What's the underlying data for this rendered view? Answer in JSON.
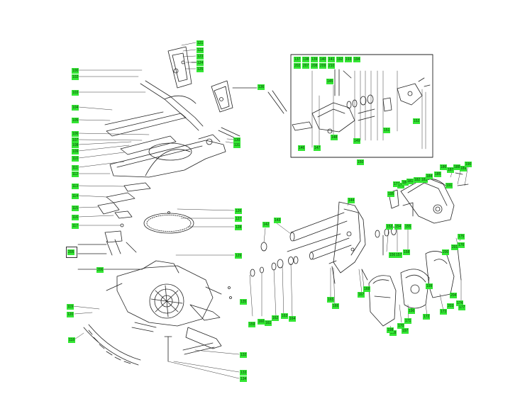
{
  "labels": {
    "p100": "100",
    "p102": "102",
    "p103": "103",
    "p104": "104",
    "p105": "105",
    "p106": "106",
    "p107": "107",
    "p108": "108",
    "p109": "109",
    "p110": "110",
    "p111": "111",
    "p112": "112",
    "p113": "113",
    "p114": "114",
    "p115": "115",
    "p116": "116",
    "p117": "117",
    "p118": "118",
    "p119": "119",
    "p120": "120",
    "p121": "121",
    "p122": "122",
    "p123": "123",
    "p124": "124",
    "p125": "125",
    "p126": "126",
    "p127": "127",
    "p128": "128",
    "p129": "129",
    "p130": "130",
    "p131": "131",
    "p132": "132",
    "p133": "133",
    "p134": "134",
    "p135": "135",
    "p136": "136",
    "p137": "137",
    "p138": "138",
    "p139": "139",
    "p140": "140",
    "p141": "141",
    "p142": "142",
    "p143": "143",
    "p144": "144",
    "p145": "145",
    "p146": "146",
    "p147": "147",
    "p148": "148",
    "p149": "149",
    "p150": "150",
    "p151": "151",
    "p152": "152",
    "p153": "153",
    "p154": "154",
    "p155": "155",
    "p156": "156",
    "p157": "157",
    "p158": "158",
    "p159": "159",
    "p160": "160",
    "p161": "161",
    "p162": "162",
    "p163": "163",
    "p164": "164",
    "p165": "165",
    "p166": "166",
    "p167": "167",
    "p168": "168",
    "p169": "169",
    "p170": "170",
    "p171": "171",
    "p172": "172",
    "p173": "173",
    "p174": "174",
    "p175": "175",
    "p176": "176",
    "p177": "177",
    "p178": "178",
    "p179": "179",
    "p180": "180",
    "p181": "181",
    "p182": "182",
    "p183": "183",
    "p184": "184",
    "p185": "185",
    "p186": "186",
    "p187": "187",
    "p188": "188",
    "p189": "189",
    "p190": "190",
    "p191": "191",
    "p192": "192",
    "p193": "193",
    "p194": "194",
    "p195": "195",
    "p196": "196",
    "p197": "197",
    "p198": "198",
    "p199": "199",
    "p200": "200",
    "p201": "201",
    "p202": "202",
    "p203": "203",
    "p204": "204",
    "p205": "205",
    "p206": "206",
    "p207": "207",
    "p208": "208",
    "p209": "209",
    "p210": "210"
  },
  "colors": {
    "label_bg": "#33e633",
    "label_text": "#0a3a0a",
    "line": "#222222"
  }
}
